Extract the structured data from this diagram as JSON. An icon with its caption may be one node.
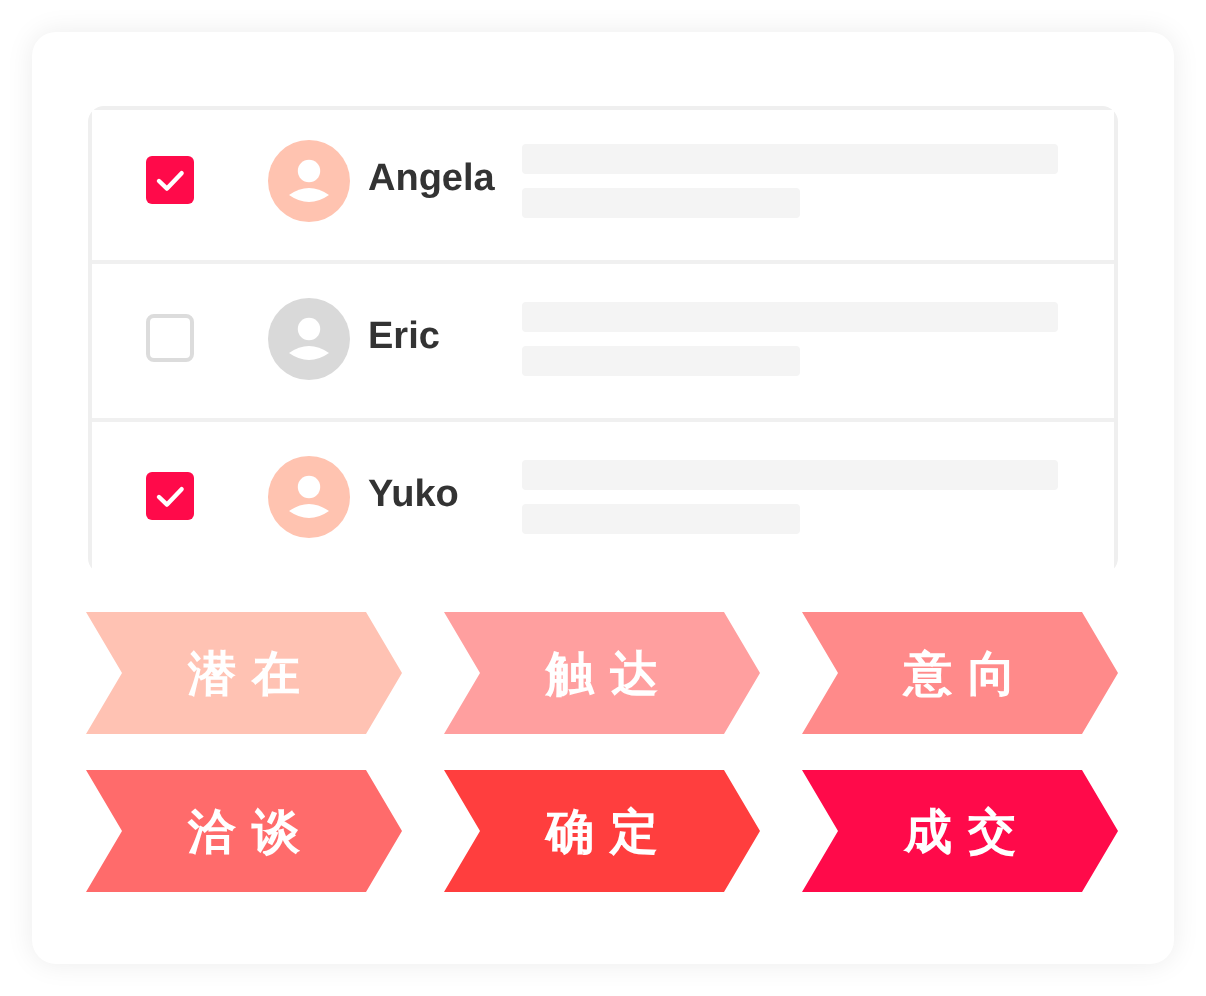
{
  "diagram": {
    "nodes": [
      {
        "text": [],
        "shape": "box"
      },
      {
        "text": [
          "Angela"
        ],
        "in": 0
      },
      {
        "text": [
          "Eric"
        ],
        "in": 0
      },
      {
        "text": [
          "Yuko"
        ],
        "in": 0
      },
      {
        "text": [
          "潜在"
        ]
      },
      {
        "text": [
          "触达"
        ]
      },
      {
        "text": [
          "意向"
        ]
      },
      {
        "text": [
          "洽谈"
        ]
      },
      {
        "text": [
          "确定"
        ]
      },
      {
        "text": [
          "成交"
        ]
      }
    ]
  }
}
